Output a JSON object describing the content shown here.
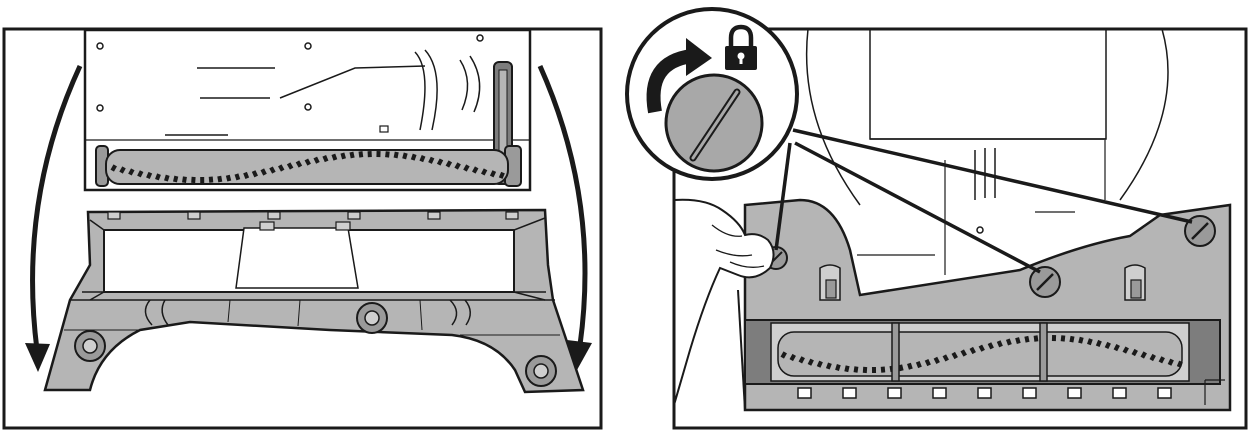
{
  "figure": {
    "panels": [
      {
        "id": "remove-base-plate",
        "arrows": {
          "count": 2,
          "direction": "downward-outward"
        },
        "brushroll": {
          "visible": true
        }
      },
      {
        "id": "unlock-screws",
        "callout": {
          "icons": [
            "lock-icon",
            "rotate-arrow-icon"
          ]
        },
        "screws": {
          "count": 3
        }
      }
    ],
    "colors": {
      "outline": "#1a1a1a",
      "panel_gray": "#b5b5b5",
      "dark_gray": "#7d7d7d",
      "light_gray": "#cfcfcf",
      "background": "#ffffff"
    }
  }
}
